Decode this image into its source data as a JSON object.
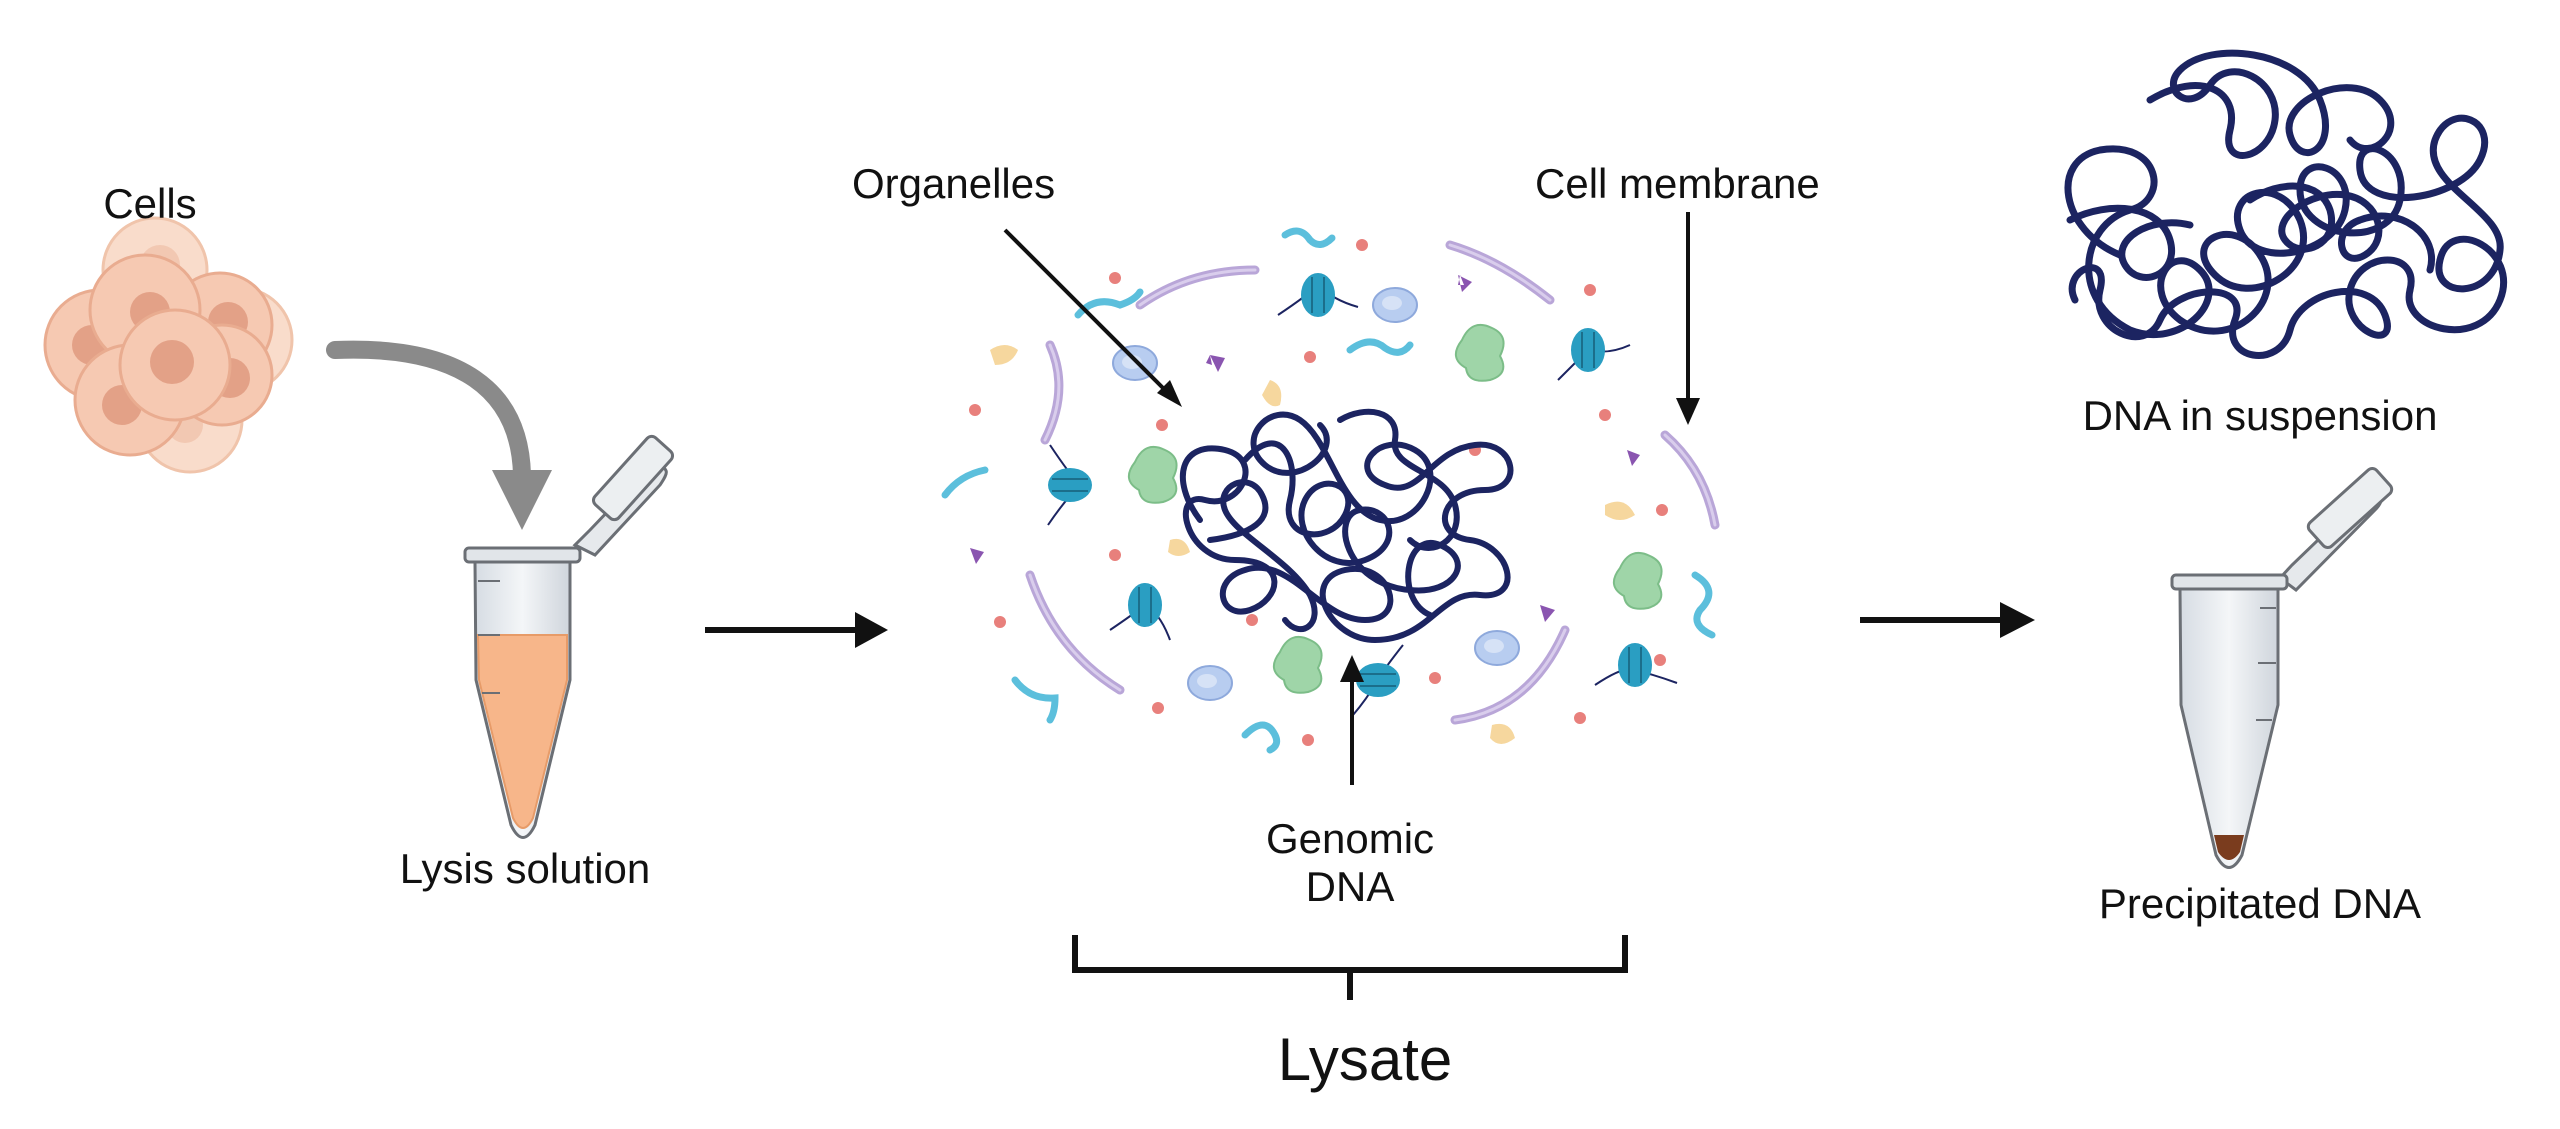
{
  "labels": {
    "cells": "Cells",
    "lysis_solution": "Lysis solution",
    "organelles": "Organelles",
    "cell_membrane": "Cell membrane",
    "genomic_dna_line1": "Genomic",
    "genomic_dna_line2": "DNA",
    "lysate": "Lysate",
    "dna_in_suspension": "DNA in suspension",
    "precipitated_dna": "Precipitated DNA"
  },
  "colors": {
    "dna": "#1c2461",
    "cell_fill": "#f4bfa3",
    "cell_nucleus": "#e3a187",
    "lysis_liquid": "#f7b68a",
    "membrane": "#b9a6d8",
    "organelle_blue": "#5cbfdc",
    "histone": "#2a9ec2",
    "ribosome_green": "#9fd5a8",
    "vesicle_blue": "#b8cdf0",
    "dot_pink": "#e8807c",
    "crescent_yellow": "#f6d79e",
    "fragment_purple": "#8a55b0",
    "pellet": "#7a3c1e",
    "arrow_dark": "#111111",
    "arrow_gray": "#888888"
  }
}
